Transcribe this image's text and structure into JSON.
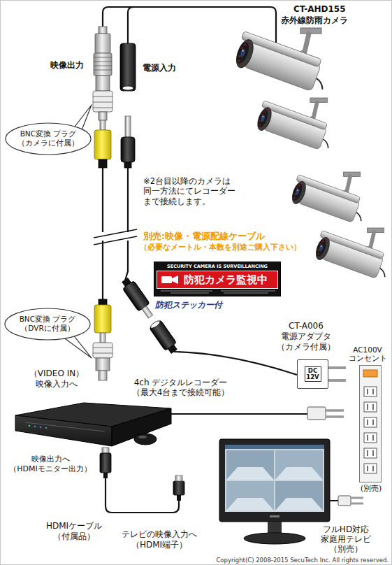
{
  "diagram": {
    "nodes": [
      {
        "text": [
          "BNC変換 プラグ （カメラに付属）"
        ]
      },
      {
        "text": [
          "SECURITY CAMERA IS SURVEILLANCING",
          "防犯カメラ監視中"
        ]
      },
      {
        "text": [
          "BNC変換 プラグ （DVRに付属）"
        ]
      },
      {
        "text": [
          "DC 12V"
        ]
      },
      {
        "text": [
          "AC100V コンセント",
          "(別売)"
        ]
      }
    ],
    "labels": [
      "CT-AHD155",
      "赤外線防雨カメラ",
      "映像出力",
      "電源入力",
      "※2台目以降のカメラは 同一方法にてレコーダー まで接続します。",
      "別売:映像・電源配線ケーブル",
      "（必要なメートル・本数を別途ご購入下さい）",
      "防犯ステッカー付",
      "CT-A006 電源アダプタ （カメラ付属）",
      "（VIDEO IN） 映像入力へ",
      "4ch デジタルレコーダー （最大4台まで接続可能）",
      "映像出力へ （HDMIモニター出力）",
      "HDMIケーブル （付属品）",
      "テレビの映像入力へ （HDMI端子）",
      "フルHD対応 家庭用テレビ （別売）",
      "Copyright(C) 2008-2015 SecuTech Inc. All rights reserved."
    ]
  }
}
